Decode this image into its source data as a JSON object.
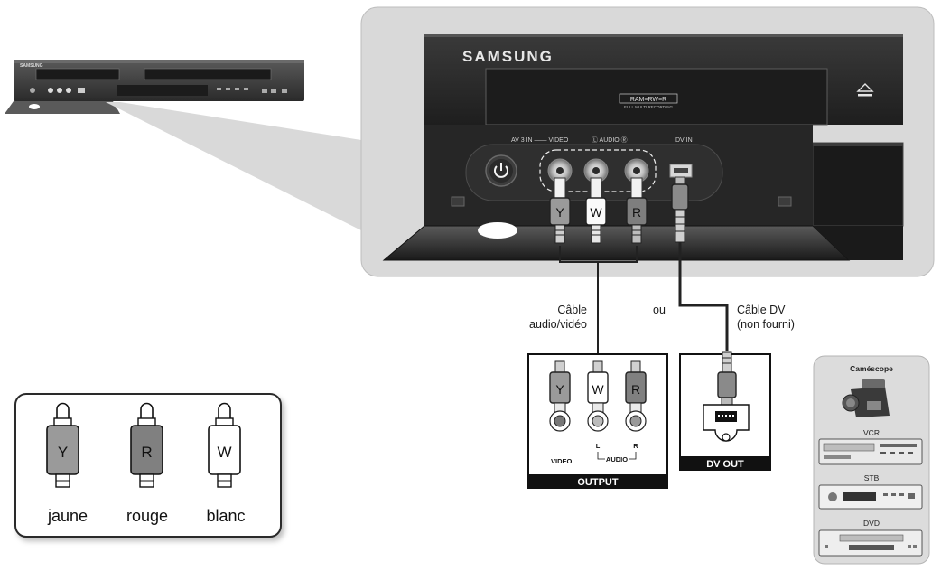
{
  "recorder": {
    "brand": "SAMSUNG",
    "disc_logo": "RAM≡RW≡R",
    "disc_logo_sub": "FULL MULTI RECORDING",
    "av3_label": "AV 3 IN —— VIDEO",
    "audio_label": "Ⓛ AUDIO Ⓡ",
    "dv_in_label": "DV IN",
    "power_icon": "power-icon",
    "eject_icon": "eject-icon"
  },
  "front_jacks": {
    "video": "Y",
    "audio_l": "W",
    "audio_r": "R"
  },
  "labels": {
    "av_cable_line1": "Câble",
    "av_cable_line2": "audio/vidéo",
    "or": "ou",
    "dv_cable_line1": "Câble DV",
    "dv_cable_line2": "(non fourni)"
  },
  "output_panel": {
    "plugs": [
      "Y",
      "W",
      "R"
    ],
    "video_label": "VIDEO",
    "l_label": "L",
    "r_label": "R",
    "audio_label": "AUDIO",
    "footer": "OUTPUT"
  },
  "dv_out_panel": {
    "footer": "DV OUT"
  },
  "devices_panel": {
    "title": "Caméscope",
    "devices": [
      "VCR",
      "STB",
      "DVD"
    ]
  },
  "legend": {
    "items": [
      {
        "letter": "Y",
        "name": "jaune"
      },
      {
        "letter": "R",
        "name": "rouge"
      },
      {
        "letter": "W",
        "name": "blanc"
      }
    ]
  },
  "colors": {
    "panel_bg": "#d9d9d9",
    "device_body": "#2b2b2b",
    "cable": "#222222",
    "label_black": "#1a1a1a"
  }
}
